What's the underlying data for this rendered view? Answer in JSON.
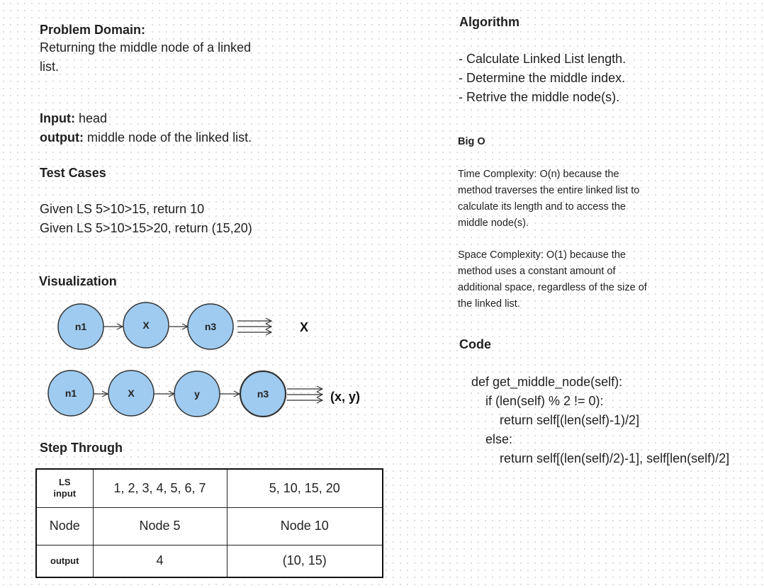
{
  "problem_domain": {
    "heading": "Problem Domain:",
    "lines": [
      "Returning the middle node of a linked",
      "list."
    ]
  },
  "io": {
    "input_label": "Input:",
    "input_value": " head",
    "output_label": "output:",
    "output_value": " middle node of the linked list."
  },
  "test_cases": {
    "heading": "Test Cases",
    "items": [
      "Given LS 5>10>15,  return 10",
      "Given LS 5>10>15>20, return (15,20)"
    ]
  },
  "visualization": {
    "heading": "Visualization",
    "row1": {
      "nodes": [
        "n1",
        "X",
        "n3"
      ],
      "result": "X"
    },
    "row2": {
      "nodes": [
        "n1",
        "X",
        "y",
        "n3"
      ],
      "result": "(x, y)"
    },
    "node_fill": "#9fcbf0",
    "node_stroke": "#333333"
  },
  "step_through": {
    "heading": "Step Through",
    "rows": [
      {
        "label": [
          "LS",
          "input"
        ],
        "col1": "1, 2, 3, 4, 5, 6, 7",
        "col2": "5, 10, 15, 20"
      },
      {
        "label": [
          "Node"
        ],
        "col1": "Node 5",
        "col2": "Node 10"
      },
      {
        "label": [
          "output"
        ],
        "col1": "4",
        "col2": "(10, 15)"
      }
    ]
  },
  "algorithm": {
    "heading": "Algorithm",
    "steps": [
      "- Calculate Linked List length.",
      "- Determine the middle index.",
      "- Retrive the middle node(s)."
    ]
  },
  "big_o": {
    "heading": "Big O",
    "time": [
      "Time Complexity: O(n)  because the",
      "method traverses the entire linked list to",
      "calculate its length and to access the",
      "middle node(s)."
    ],
    "space": [
      "Space Complexity: O(1) because the",
      "method uses a constant amount of",
      "additional space, regardless of the size of",
      "the linked list."
    ]
  },
  "code": {
    "heading": "Code",
    "lines": [
      "def get_middle_node(self):",
      "    if (len(self) % 2 != 0):",
      "        return self[(len(self)-1)/2]",
      "    else:",
      "        return self[(len(self)/2)-1], self[len(self)/2]"
    ]
  }
}
